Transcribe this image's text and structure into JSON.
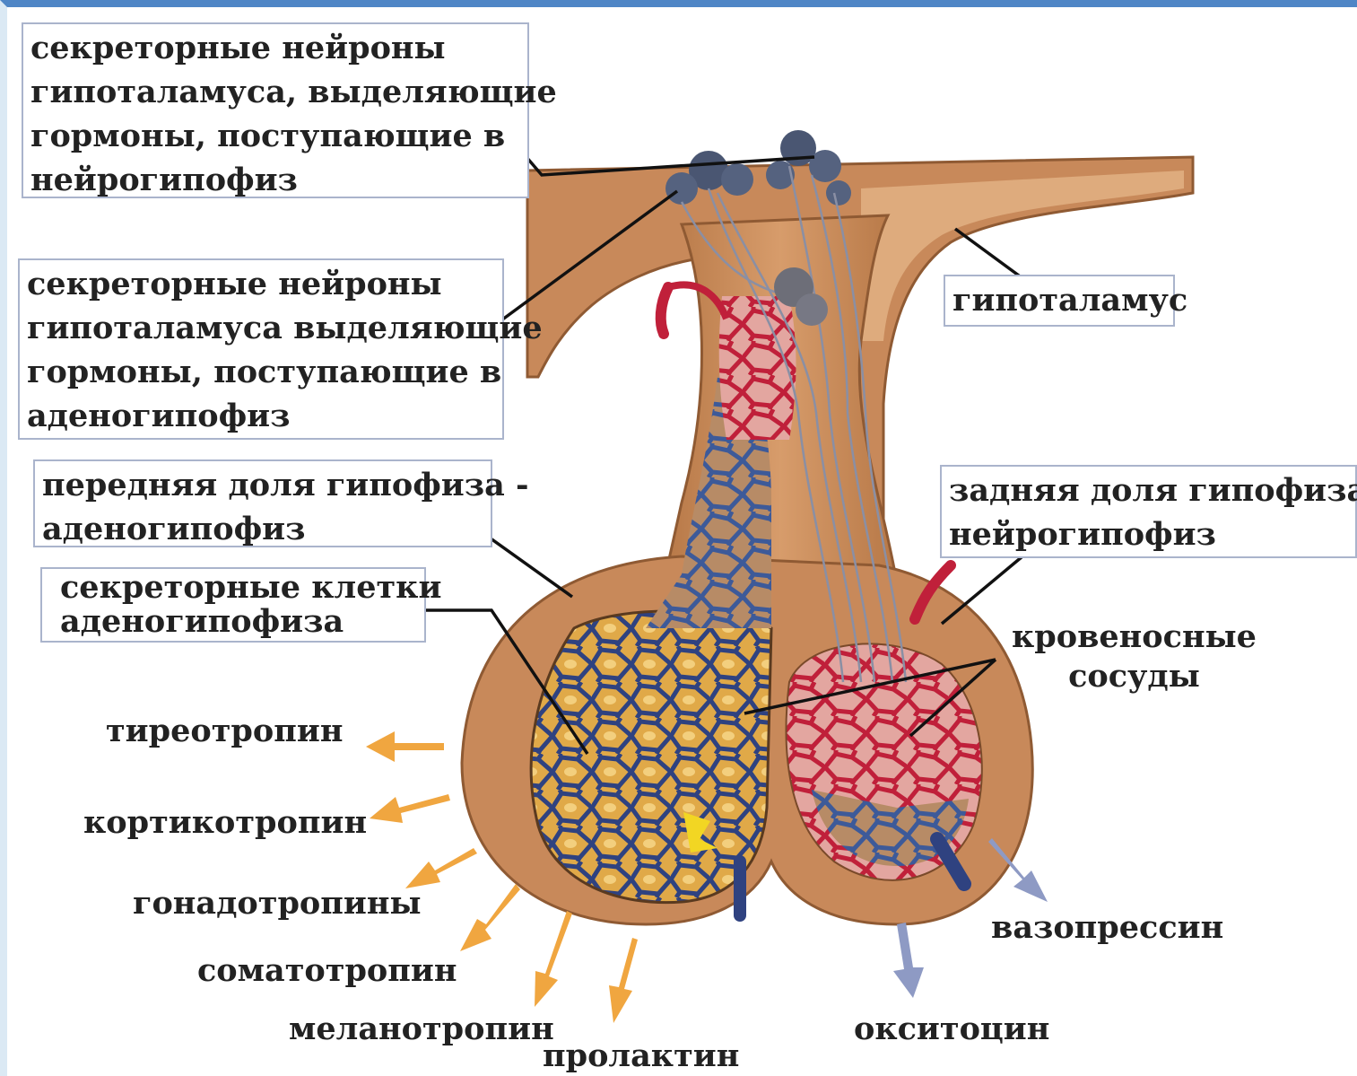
{
  "labels": {
    "neuro_neurons": [
      "секреторные нейроны",
      "гипоталамуса, выделяющие",
      "гормоны, поступающие в",
      "нейрогипофиз"
    ],
    "adeno_neurons": [
      "секреторные нейроны",
      "гипоталамуса выделяющие",
      "гормоны, поступающие в",
      "аденогипофиз"
    ],
    "anterior_lobe": [
      "передняя доля гипофиза -",
      "аденогипофиз"
    ],
    "secretory_cells": [
      "секреторные клетки",
      "аденогипофиза"
    ],
    "hypothalamus": "гипоталамус",
    "posterior_lobe": [
      "задняя доля гипофиза -",
      "нейрогипофиз"
    ],
    "blood_vessels": [
      "кровеносные",
      "сосуды"
    ]
  },
  "hormones": {
    "anterior": [
      "тиреотропин",
      "кортикотропин",
      "гонадотропины",
      "соматотропин",
      "меланотропин",
      "пролактин"
    ],
    "posterior": [
      "вазопрессин",
      "окситоцин"
    ]
  },
  "colors": {
    "tissue": "#c8895a",
    "tissue_light": "#deab7d",
    "artery": "#c0203a",
    "vein": "#3d5a99",
    "cells": "#e0a948",
    "anterior_arrow": "#f0a640",
    "posterior_arrow": "#8e9ac4",
    "frame_accent": "#4f86c6"
  }
}
